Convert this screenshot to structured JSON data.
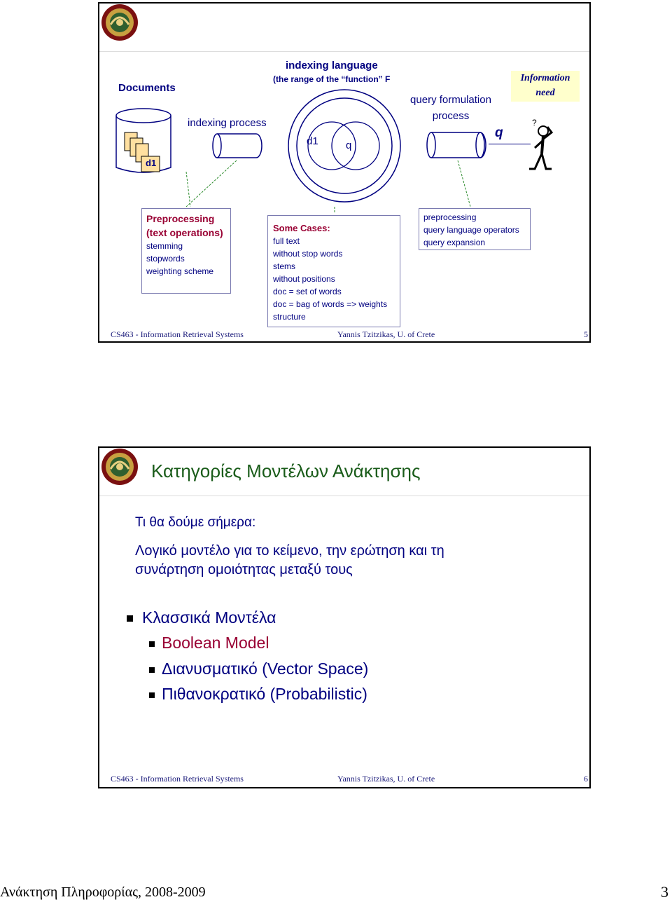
{
  "slide1": {
    "documents_label": "Documents",
    "doc_stack_label": "d1",
    "indexing_process": "indexing process",
    "indexing_language": "indexing language",
    "range_text": "(the range of the “function” F",
    "venn_d1": "d1",
    "venn_q": "q",
    "query_formulation_line1": "query formulation",
    "query_formulation_line2": "process",
    "q_label": "q",
    "information_need_line1": "Information",
    "information_need_line2": "need",
    "preprocessing_box": {
      "title1": "Preprocessing",
      "title2": "(text operations)",
      "items": [
        "stemming",
        "stopwords",
        "weighting scheme"
      ]
    },
    "cases_box": {
      "title": "Some Cases:",
      "items": [
        "full text",
        "without stop words",
        "stems",
        "without positions",
        "doc = set of words",
        "doc = bag of words => weights",
        "structure"
      ]
    },
    "query_box": {
      "items": [
        "preprocessing",
        "query language operators",
        "query expansion"
      ]
    },
    "footer_left": "CS463 - Information Retrieval Systems",
    "footer_center": "Yannis Tzitzikas, U. of Crete",
    "footer_page": "5"
  },
  "slide2": {
    "title": "Κατηγορίες Μοντέλων Ανάκτησης",
    "subtitle": "Τι θα δούμε σήμερα:",
    "paragraph_line1": "Λογικό  μοντέλο  για  το  κείμενο,  την  ερώτηση  και  τη",
    "paragraph_line2": "συνάρτηση ομοιότητας μεταξύ τους",
    "bullet_main": "Κλασσικά Μοντέλα",
    "sub_bullets": [
      "Boolean Model",
      "Διανυσματικό (Vector Space)",
      "Πιθανοκρατικό (Probabilistic)"
    ],
    "footer_left": "CS463 - Information Retrieval Systems",
    "footer_center": "Yannis Tzitzikas, U. of Crete",
    "footer_page": "6"
  },
  "page_footer": {
    "course": "Ανάκτηση Πληροφορίας, 2008-2009",
    "page_number": "3"
  },
  "colors": {
    "navy": "#000080",
    "dark_red": "#990033",
    "title_green": "#1a5c1a",
    "accent_yellow": "#ffffcc"
  }
}
